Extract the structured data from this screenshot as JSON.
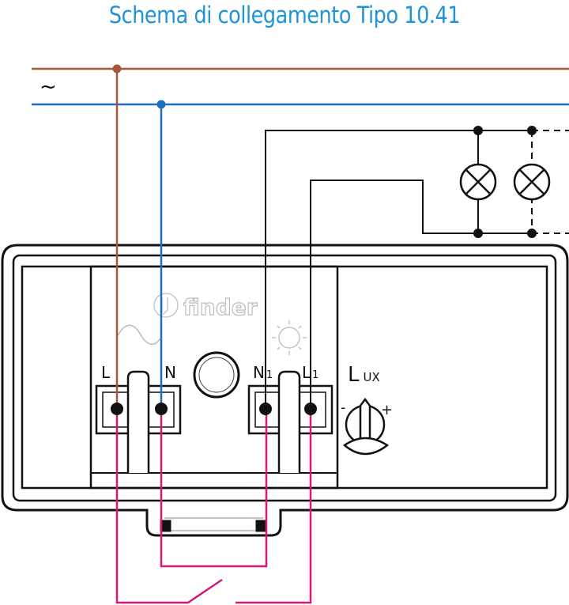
{
  "title": "Schema di collegamento Tipo 10.41",
  "supply": {
    "symbol": "~"
  },
  "device": {
    "brand": "finder",
    "terminals": {
      "l": "L",
      "n": "N",
      "n1_main": "N",
      "n1_sub": "1",
      "l1_main": "L",
      "l1_sub": "1"
    },
    "lux_label_main": "L",
    "lux_label_sub": "UX",
    "knob_minus": "-",
    "knob_plus": "+"
  },
  "colors": {
    "title": "#1f93d8",
    "phase_wire": "#a5573a",
    "neutral_wire": "#1f6fbf",
    "switch_wire": "#d4187c",
    "load_wire": "#111111"
  }
}
